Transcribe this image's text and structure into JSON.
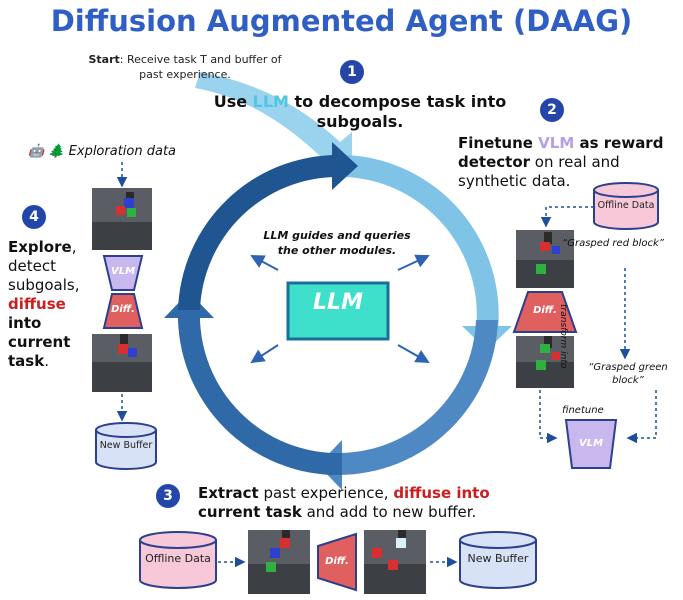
{
  "title": "Diffusion Augmented Agent (DAAG)",
  "start": {
    "label": "Start",
    "text": ": Receive task T and buffer of past experience."
  },
  "step_numbers": [
    "1",
    "2",
    "3",
    "4"
  ],
  "step1": {
    "a": "Use ",
    "llm": "LLM",
    "b": " to decompose task into subgoals."
  },
  "step2": {
    "a": "Finetune ",
    "vlm": "VLM",
    "b": " as reward detector",
    "c": " on real and synthetic data."
  },
  "step3": {
    "a": "Extract",
    "b": " past experience, ",
    "diffuse": "diffuse into",
    "c": " current task",
    "d": " and add to new buffer."
  },
  "step4": {
    "a": "Explore",
    "b": ", detect subgoals, ",
    "diffuse": "diffuse",
    "c": " into current task",
    "d": "."
  },
  "center": {
    "guide": "LLM guides and queries the other modules.",
    "llm_box": "LLM"
  },
  "exploration": {
    "icons": "🤖 🌲",
    "label": "Exploration data"
  },
  "labels": {
    "offline_data": "Offline Data",
    "new_buffer": "New Buffer",
    "vlm": "VLM",
    "diff": "Diff.",
    "grasped_red": "“Grasped red block”",
    "grasped_green": "“Grasped green block”",
    "transform_into": "transform into",
    "finetune": "finetune"
  },
  "colors": {
    "title": "#2f5fc4",
    "cycle_dark": "#1f4d8c",
    "cycle_mid": "#3d78b8",
    "cycle_light": "#8fcce8",
    "llm_box": "#3ee0cc",
    "diff_fill": "#e06060",
    "vlm_fill": "#c9b8ee",
    "db_pink": "#f6c8d8",
    "db_blue": "#d8e2f6",
    "step_circle": "#2346a8",
    "red_text": "#cc1e1e"
  }
}
